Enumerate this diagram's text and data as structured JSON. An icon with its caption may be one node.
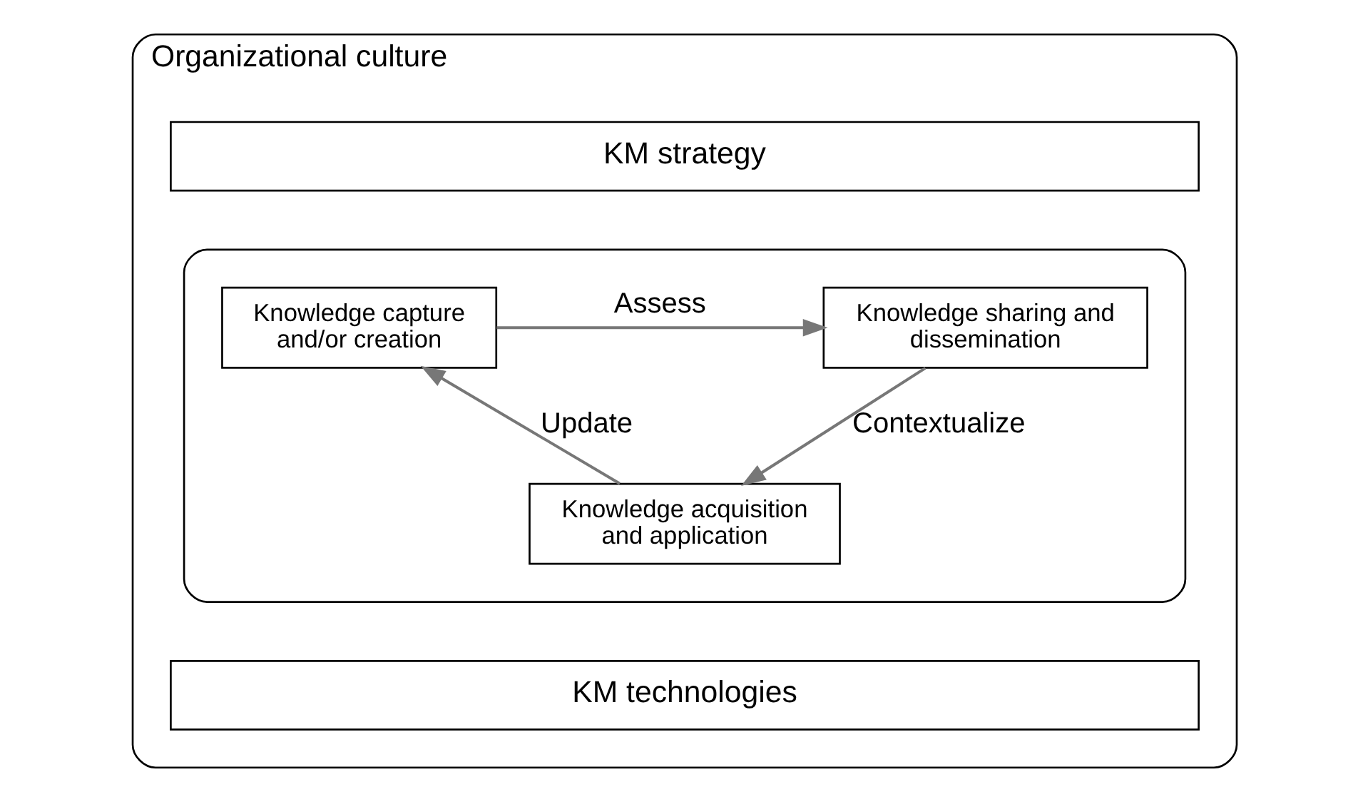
{
  "diagram": {
    "nodes": [
      {
        "text": [
          "Organizational culture"
        ]
      },
      {
        "text": [
          "KM strategy"
        ],
        "in": 0
      },
      {
        "text": [],
        "shape": "box",
        "in": 0
      },
      {
        "text": [
          "Knowledge capture and/or creation"
        ],
        "in": 2
      },
      {
        "text": [
          "Knowledge sharing and dissemination"
        ],
        "in": 2
      },
      {
        "text": [
          "Knowledge acquisition and application"
        ],
        "in": 2
      },
      {
        "text": [
          "KM technologies"
        ],
        "in": 0
      }
    ],
    "edges": [
      {
        "from": 3,
        "to": 4,
        "arrow": "to",
        "label": "Assess"
      },
      {
        "from": 4,
        "to": 5,
        "arrow": "to",
        "label": "Contextualize"
      },
      {
        "from": 5,
        "to": 3,
        "arrow": "to",
        "label": "Update"
      }
    ]
  }
}
